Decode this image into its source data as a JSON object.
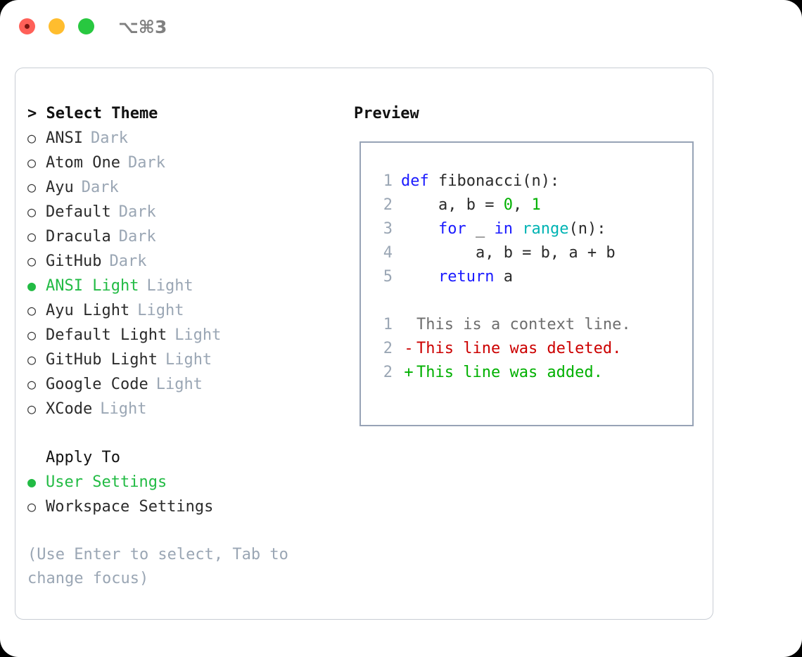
{
  "window": {
    "title": "⌥⌘3",
    "traffic_lights": [
      {
        "name": "close",
        "color": "#ff6058"
      },
      {
        "name": "minimize",
        "color": "#ffbd2e"
      },
      {
        "name": "maximize",
        "color": "#28c840"
      }
    ]
  },
  "theme_selector": {
    "heading": "> Select Theme",
    "selected_marker": "●",
    "unselected_marker": "○",
    "items": [
      {
        "marker": "○",
        "label": "ANSI",
        "tag": "Dark",
        "selected": false
      },
      {
        "marker": "○",
        "label": "Atom One",
        "tag": "Dark",
        "selected": false
      },
      {
        "marker": "○",
        "label": "Ayu",
        "tag": "Dark",
        "selected": false
      },
      {
        "marker": "○",
        "label": "Default",
        "tag": "Dark",
        "selected": false
      },
      {
        "marker": "○",
        "label": "Dracula",
        "tag": "Dark",
        "selected": false
      },
      {
        "marker": "○",
        "label": "GitHub",
        "tag": "Dark",
        "selected": false
      },
      {
        "marker": "●",
        "label": "ANSI Light",
        "tag": "Light",
        "selected": true
      },
      {
        "marker": "○",
        "label": "Ayu Light",
        "tag": "Light",
        "selected": false
      },
      {
        "marker": "○",
        "label": "Default Light",
        "tag": "Light",
        "selected": false
      },
      {
        "marker": "○",
        "label": "GitHub Light",
        "tag": "Light",
        "selected": false
      },
      {
        "marker": "○",
        "label": "Google Code",
        "tag": "Light",
        "selected": false
      },
      {
        "marker": "○",
        "label": "XCode",
        "tag": "Light",
        "selected": false
      }
    ]
  },
  "apply_to": {
    "title": "Apply To",
    "items": [
      {
        "marker": "●",
        "label": "User Settings",
        "selected": true
      },
      {
        "marker": "○",
        "label": "Workspace Settings",
        "selected": false
      }
    ]
  },
  "hint": "(Use Enter to select, Tab to change focus)",
  "preview": {
    "heading": "Preview",
    "code": [
      {
        "lineno": "1",
        "tokens": [
          {
            "t": "def",
            "c": "kw"
          },
          {
            "t": " fibonacci(n):",
            "c": "pl"
          }
        ]
      },
      {
        "lineno": "2",
        "tokens": [
          {
            "t": "    a, b = ",
            "c": "pl"
          },
          {
            "t": "0",
            "c": "num"
          },
          {
            "t": ", ",
            "c": "pl"
          },
          {
            "t": "1",
            "c": "num"
          }
        ]
      },
      {
        "lineno": "3",
        "tokens": [
          {
            "t": "    ",
            "c": "pl"
          },
          {
            "t": "for",
            "c": "kw"
          },
          {
            "t": " _ ",
            "c": "pl"
          },
          {
            "t": "in",
            "c": "kw"
          },
          {
            "t": " ",
            "c": "pl"
          },
          {
            "t": "range",
            "c": "fn"
          },
          {
            "t": "(n):",
            "c": "pl"
          }
        ]
      },
      {
        "lineno": "4",
        "tokens": [
          {
            "t": "        a, b = b, a + b",
            "c": "pl"
          }
        ]
      },
      {
        "lineno": "5",
        "tokens": [
          {
            "t": "    ",
            "c": "pl"
          },
          {
            "t": "return",
            "c": "kw"
          },
          {
            "t": " a",
            "c": "pl"
          }
        ]
      }
    ],
    "diff": [
      {
        "lineno": "1",
        "marker": " ",
        "text": "This is a context line.",
        "kind": "ctx"
      },
      {
        "lineno": "2",
        "marker": "-",
        "text": "This line was deleted.",
        "kind": "del"
      },
      {
        "lineno": "2",
        "marker": "+",
        "text": "This line was added.",
        "kind": "add"
      }
    ]
  },
  "colors": {
    "accent_green": "#22bb44",
    "muted": "#9aa6b4",
    "keyword_blue": "#1a1aff",
    "function_cyan": "#00b3b3",
    "number_green": "#00b000",
    "diff_delete_red": "#cc0000",
    "diff_add_green": "#00b000",
    "panel_border": "#c8cdd4",
    "preview_border": "#97a3b6"
  }
}
